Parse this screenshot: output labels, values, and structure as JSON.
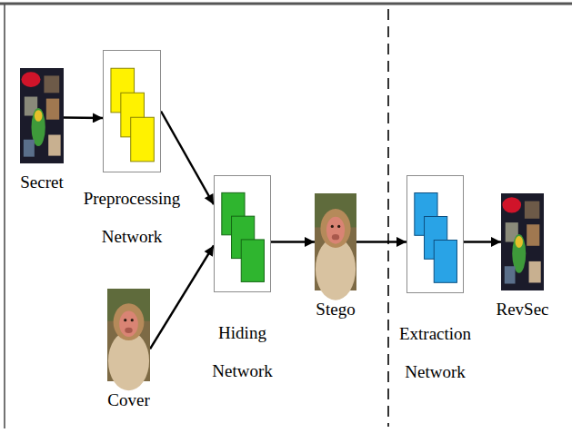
{
  "diagram": {
    "nodes": [
      {
        "text": [
          "Secret"
        ]
      },
      {
        "text": [
          "Preprocessing Network"
        ]
      },
      {
        "text": [
          "Cover"
        ]
      },
      {
        "text": [
          "Hiding Network"
        ]
      },
      {
        "text": [
          "Stego"
        ]
      },
      {
        "text": [
          "Extraction Network"
        ]
      },
      {
        "text": [
          "RevSec"
        ]
      }
    ],
    "edges": [
      {
        "from": 0,
        "to": 1,
        "arrow": "to"
      },
      {
        "from": 1,
        "to": 3,
        "arrow": "to"
      },
      {
        "from": 2,
        "to": 3,
        "arrow": "to"
      },
      {
        "from": 3,
        "to": 4,
        "arrow": "to"
      },
      {
        "from": 4,
        "to": 5,
        "arrow": "to"
      },
      {
        "from": 5,
        "to": 6,
        "arrow": "to"
      }
    ]
  }
}
